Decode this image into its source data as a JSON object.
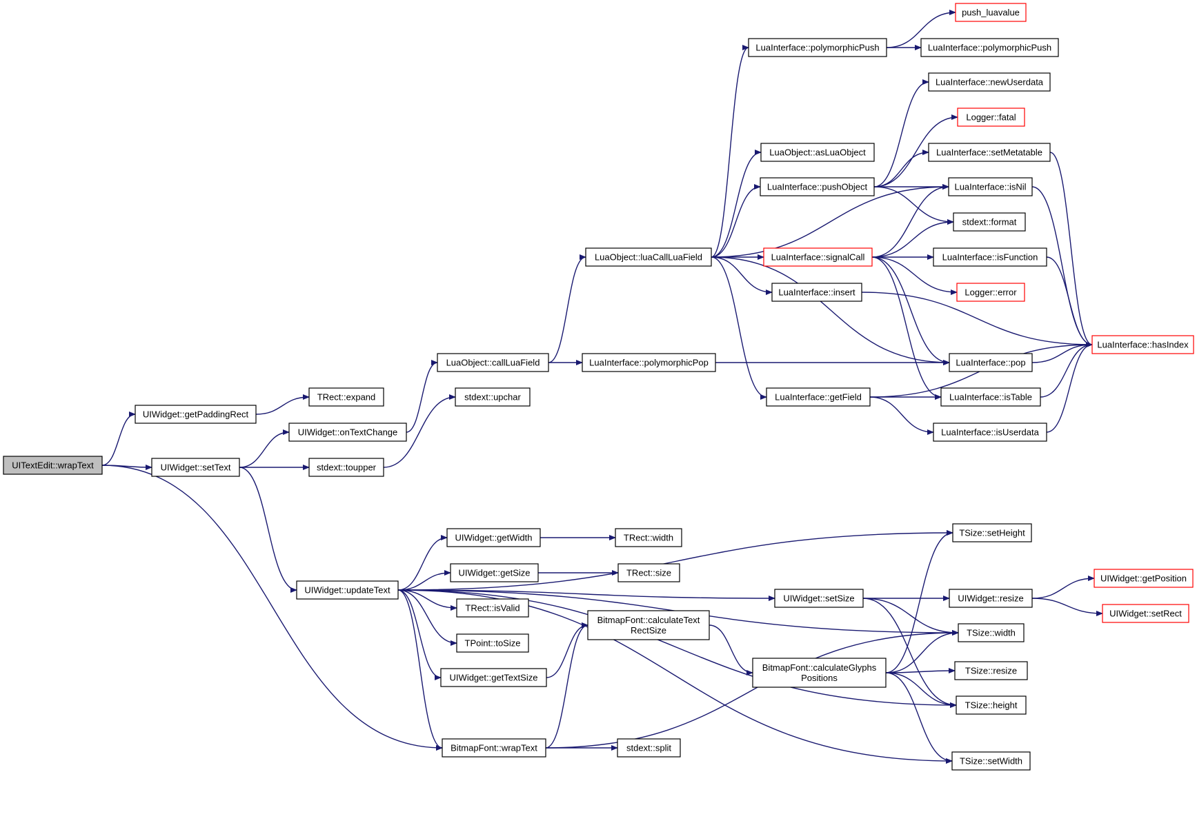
{
  "nodes": [
    {
      "id": "wrapText_root",
      "lines": [
        "UITextEdit::wrapText"
      ],
      "root": true
    },
    {
      "id": "getPaddingRect",
      "lines": [
        "UIWidget::getPaddingRect"
      ]
    },
    {
      "id": "expand",
      "lines": [
        "TRect::expand"
      ]
    },
    {
      "id": "setText",
      "lines": [
        "UIWidget::setText"
      ]
    },
    {
      "id": "onTextChange",
      "lines": [
        "UIWidget::onTextChange"
      ]
    },
    {
      "id": "toupper",
      "lines": [
        "stdext::toupper"
      ]
    },
    {
      "id": "upchar",
      "lines": [
        "stdext::upchar"
      ]
    },
    {
      "id": "callLuaField",
      "lines": [
        "LuaObject::callLuaField"
      ]
    },
    {
      "id": "polymorphicPop",
      "lines": [
        "LuaInterface::polymorphicPop"
      ]
    },
    {
      "id": "luaCallLuaField",
      "lines": [
        "LuaObject::luaCallLuaField"
      ]
    },
    {
      "id": "polymorphicPush1",
      "lines": [
        "LuaInterface::polymorphicPush"
      ]
    },
    {
      "id": "polymorphicPush2",
      "lines": [
        "LuaInterface::polymorphicPush"
      ]
    },
    {
      "id": "push_luavalue",
      "lines": [
        "push_luavalue"
      ],
      "red": true
    },
    {
      "id": "asLuaObject",
      "lines": [
        "LuaObject::asLuaObject"
      ]
    },
    {
      "id": "pushObject",
      "lines": [
        "LuaInterface::pushObject"
      ]
    },
    {
      "id": "newUserdata",
      "lines": [
        "LuaInterface::newUserdata"
      ]
    },
    {
      "id": "fatal",
      "lines": [
        "Logger::fatal"
      ],
      "red": true
    },
    {
      "id": "setMetatable",
      "lines": [
        "LuaInterface::setMetatable"
      ]
    },
    {
      "id": "isNil",
      "lines": [
        "LuaInterface::isNil"
      ]
    },
    {
      "id": "format",
      "lines": [
        "stdext::format"
      ]
    },
    {
      "id": "signalCall",
      "lines": [
        "LuaInterface::signalCall"
      ],
      "red": true
    },
    {
      "id": "isFunction",
      "lines": [
        "LuaInterface::isFunction"
      ]
    },
    {
      "id": "error",
      "lines": [
        "Logger::error"
      ],
      "red": true
    },
    {
      "id": "insert",
      "lines": [
        "LuaInterface::insert"
      ]
    },
    {
      "id": "hasIndex",
      "lines": [
        "LuaInterface::hasIndex"
      ],
      "red": true
    },
    {
      "id": "pop",
      "lines": [
        "LuaInterface::pop"
      ]
    },
    {
      "id": "getField",
      "lines": [
        "LuaInterface::getField"
      ]
    },
    {
      "id": "isTable",
      "lines": [
        "LuaInterface::isTable"
      ]
    },
    {
      "id": "isUserdata",
      "lines": [
        "LuaInterface::isUserdata"
      ]
    },
    {
      "id": "updateText",
      "lines": [
        "UIWidget::updateText"
      ]
    },
    {
      "id": "getWidth",
      "lines": [
        "UIWidget::getWidth"
      ]
    },
    {
      "id": "rectWidth",
      "lines": [
        "TRect::width"
      ]
    },
    {
      "id": "getSize",
      "lines": [
        "UIWidget::getSize"
      ]
    },
    {
      "id": "rectSize",
      "lines": [
        "TRect::size"
      ]
    },
    {
      "id": "isValid",
      "lines": [
        "TRect::isValid"
      ]
    },
    {
      "id": "toSize",
      "lines": [
        "TPoint::toSize"
      ]
    },
    {
      "id": "getTextSize",
      "lines": [
        "UIWidget::getTextSize"
      ]
    },
    {
      "id": "calcTextRect",
      "lines": [
        "BitmapFont::calculateText",
        "RectSize"
      ]
    },
    {
      "id": "bfWrapText",
      "lines": [
        "BitmapFont::wrapText"
      ]
    },
    {
      "id": "split",
      "lines": [
        "stdext::split"
      ]
    },
    {
      "id": "setSize",
      "lines": [
        "UIWidget::setSize"
      ]
    },
    {
      "id": "calcGlyphs",
      "lines": [
        "BitmapFont::calculateGlyphs",
        "Positions"
      ]
    },
    {
      "id": "setHeight",
      "lines": [
        "TSize::setHeight"
      ]
    },
    {
      "id": "widgetResize",
      "lines": [
        "UIWidget::resize"
      ]
    },
    {
      "id": "getPosition",
      "lines": [
        "UIWidget::getPosition"
      ],
      "red": true
    },
    {
      "id": "setRect",
      "lines": [
        "UIWidget::setRect"
      ],
      "red": true
    },
    {
      "id": "tsWidth",
      "lines": [
        "TSize::width"
      ]
    },
    {
      "id": "tsResize",
      "lines": [
        "TSize::resize"
      ]
    },
    {
      "id": "tsHeight",
      "lines": [
        "TSize::height"
      ]
    },
    {
      "id": "setWidth",
      "lines": [
        "TSize::setWidth"
      ]
    }
  ],
  "edges": [
    [
      "wrapText_root",
      "getPaddingRect"
    ],
    [
      "wrapText_root",
      "setText"
    ],
    [
      "wrapText_root",
      "bfWrapText"
    ],
    [
      "getPaddingRect",
      "expand"
    ],
    [
      "setText",
      "onTextChange"
    ],
    [
      "setText",
      "toupper"
    ],
    [
      "setText",
      "updateText"
    ],
    [
      "onTextChange",
      "callLuaField"
    ],
    [
      "toupper",
      "upchar"
    ],
    [
      "callLuaField",
      "luaCallLuaField"
    ],
    [
      "callLuaField",
      "polymorphicPop"
    ],
    [
      "polymorphicPop",
      "pop"
    ],
    [
      "luaCallLuaField",
      "polymorphicPush1"
    ],
    [
      "luaCallLuaField",
      "asLuaObject"
    ],
    [
      "luaCallLuaField",
      "pushObject"
    ],
    [
      "luaCallLuaField",
      "isNil"
    ],
    [
      "luaCallLuaField",
      "signalCall"
    ],
    [
      "luaCallLuaField",
      "insert"
    ],
    [
      "luaCallLuaField",
      "pop"
    ],
    [
      "luaCallLuaField",
      "getField"
    ],
    [
      "polymorphicPush1",
      "push_luavalue"
    ],
    [
      "polymorphicPush1",
      "polymorphicPush2"
    ],
    [
      "pushObject",
      "newUserdata"
    ],
    [
      "pushObject",
      "fatal"
    ],
    [
      "pushObject",
      "setMetatable"
    ],
    [
      "pushObject",
      "isNil"
    ],
    [
      "pushObject",
      "format"
    ],
    [
      "signalCall",
      "isNil"
    ],
    [
      "signalCall",
      "format"
    ],
    [
      "signalCall",
      "isFunction"
    ],
    [
      "signalCall",
      "error"
    ],
    [
      "signalCall",
      "pop"
    ],
    [
      "signalCall",
      "isTable"
    ],
    [
      "insert",
      "hasIndex"
    ],
    [
      "setMetatable",
      "hasIndex"
    ],
    [
      "isNil",
      "hasIndex"
    ],
    [
      "isFunction",
      "hasIndex"
    ],
    [
      "pop",
      "hasIndex"
    ],
    [
      "isTable",
      "hasIndex"
    ],
    [
      "isUserdata",
      "hasIndex"
    ],
    [
      "getField",
      "isTable"
    ],
    [
      "getField",
      "isUserdata"
    ],
    [
      "getField",
      "hasIndex"
    ],
    [
      "updateText",
      "getWidth"
    ],
    [
      "updateText",
      "getSize"
    ],
    [
      "updateText",
      "isValid"
    ],
    [
      "updateText",
      "toSize"
    ],
    [
      "updateText",
      "getTextSize"
    ],
    [
      "updateText",
      "bfWrapText"
    ],
    [
      "updateText",
      "setHeight"
    ],
    [
      "updateText",
      "tsWidth"
    ],
    [
      "updateText",
      "setSize"
    ],
    [
      "updateText",
      "tsHeight"
    ],
    [
      "updateText",
      "setWidth"
    ],
    [
      "getWidth",
      "rectWidth"
    ],
    [
      "getSize",
      "rectSize"
    ],
    [
      "getTextSize",
      "calcTextRect"
    ],
    [
      "calcTextRect",
      "calcGlyphs"
    ],
    [
      "bfWrapText",
      "split"
    ],
    [
      "bfWrapText",
      "calcTextRect"
    ],
    [
      "bfWrapText",
      "tsWidth"
    ],
    [
      "setSize",
      "widgetResize"
    ],
    [
      "setSize",
      "tsWidth"
    ],
    [
      "setSize",
      "tsHeight"
    ],
    [
      "widgetResize",
      "getPosition"
    ],
    [
      "widgetResize",
      "setRect"
    ],
    [
      "calcGlyphs",
      "setHeight"
    ],
    [
      "calcGlyphs",
      "tsWidth"
    ],
    [
      "calcGlyphs",
      "tsResize"
    ],
    [
      "calcGlyphs",
      "tsHeight"
    ],
    [
      "calcGlyphs",
      "setWidth"
    ]
  ]
}
